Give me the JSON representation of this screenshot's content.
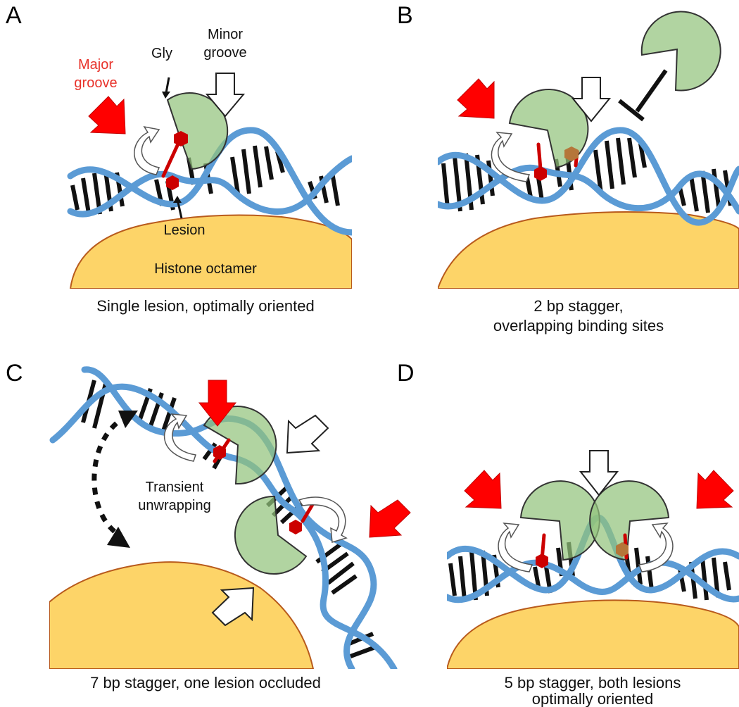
{
  "panels": [
    {
      "letter": "A",
      "caption_lines": [
        "Single lesion, optimally oriented"
      ],
      "labels": {
        "major_groove": [
          "Major",
          "groove"
        ],
        "minor_groove": [
          "Minor",
          "groove"
        ],
        "gly": "Gly",
        "lesion": "Lesion",
        "histone": "Histone octamer"
      }
    },
    {
      "letter": "B",
      "caption_lines": [
        "2 bp stagger,",
        "overlapping binding sites"
      ]
    },
    {
      "letter": "C",
      "caption_lines": [
        "7 bp stagger, one lesion occluded"
      ],
      "labels": {
        "unwrapping": [
          "Transient",
          "unwrapping"
        ]
      }
    },
    {
      "letter": "D",
      "caption_lines": [
        "5 bp stagger, both lesions",
        "optimally oriented"
      ]
    }
  ],
  "colors": {
    "dna_backbone": "#5b9bd5",
    "base_pairs": "#111111",
    "histone_fill": "#fdd468",
    "histone_edge": "#b85a1c",
    "glycosylase": "#93c47d",
    "lesion": "#cc0000",
    "major_groove_arrow": "#ff0000",
    "minor_groove_arrow": "#ffffff"
  }
}
